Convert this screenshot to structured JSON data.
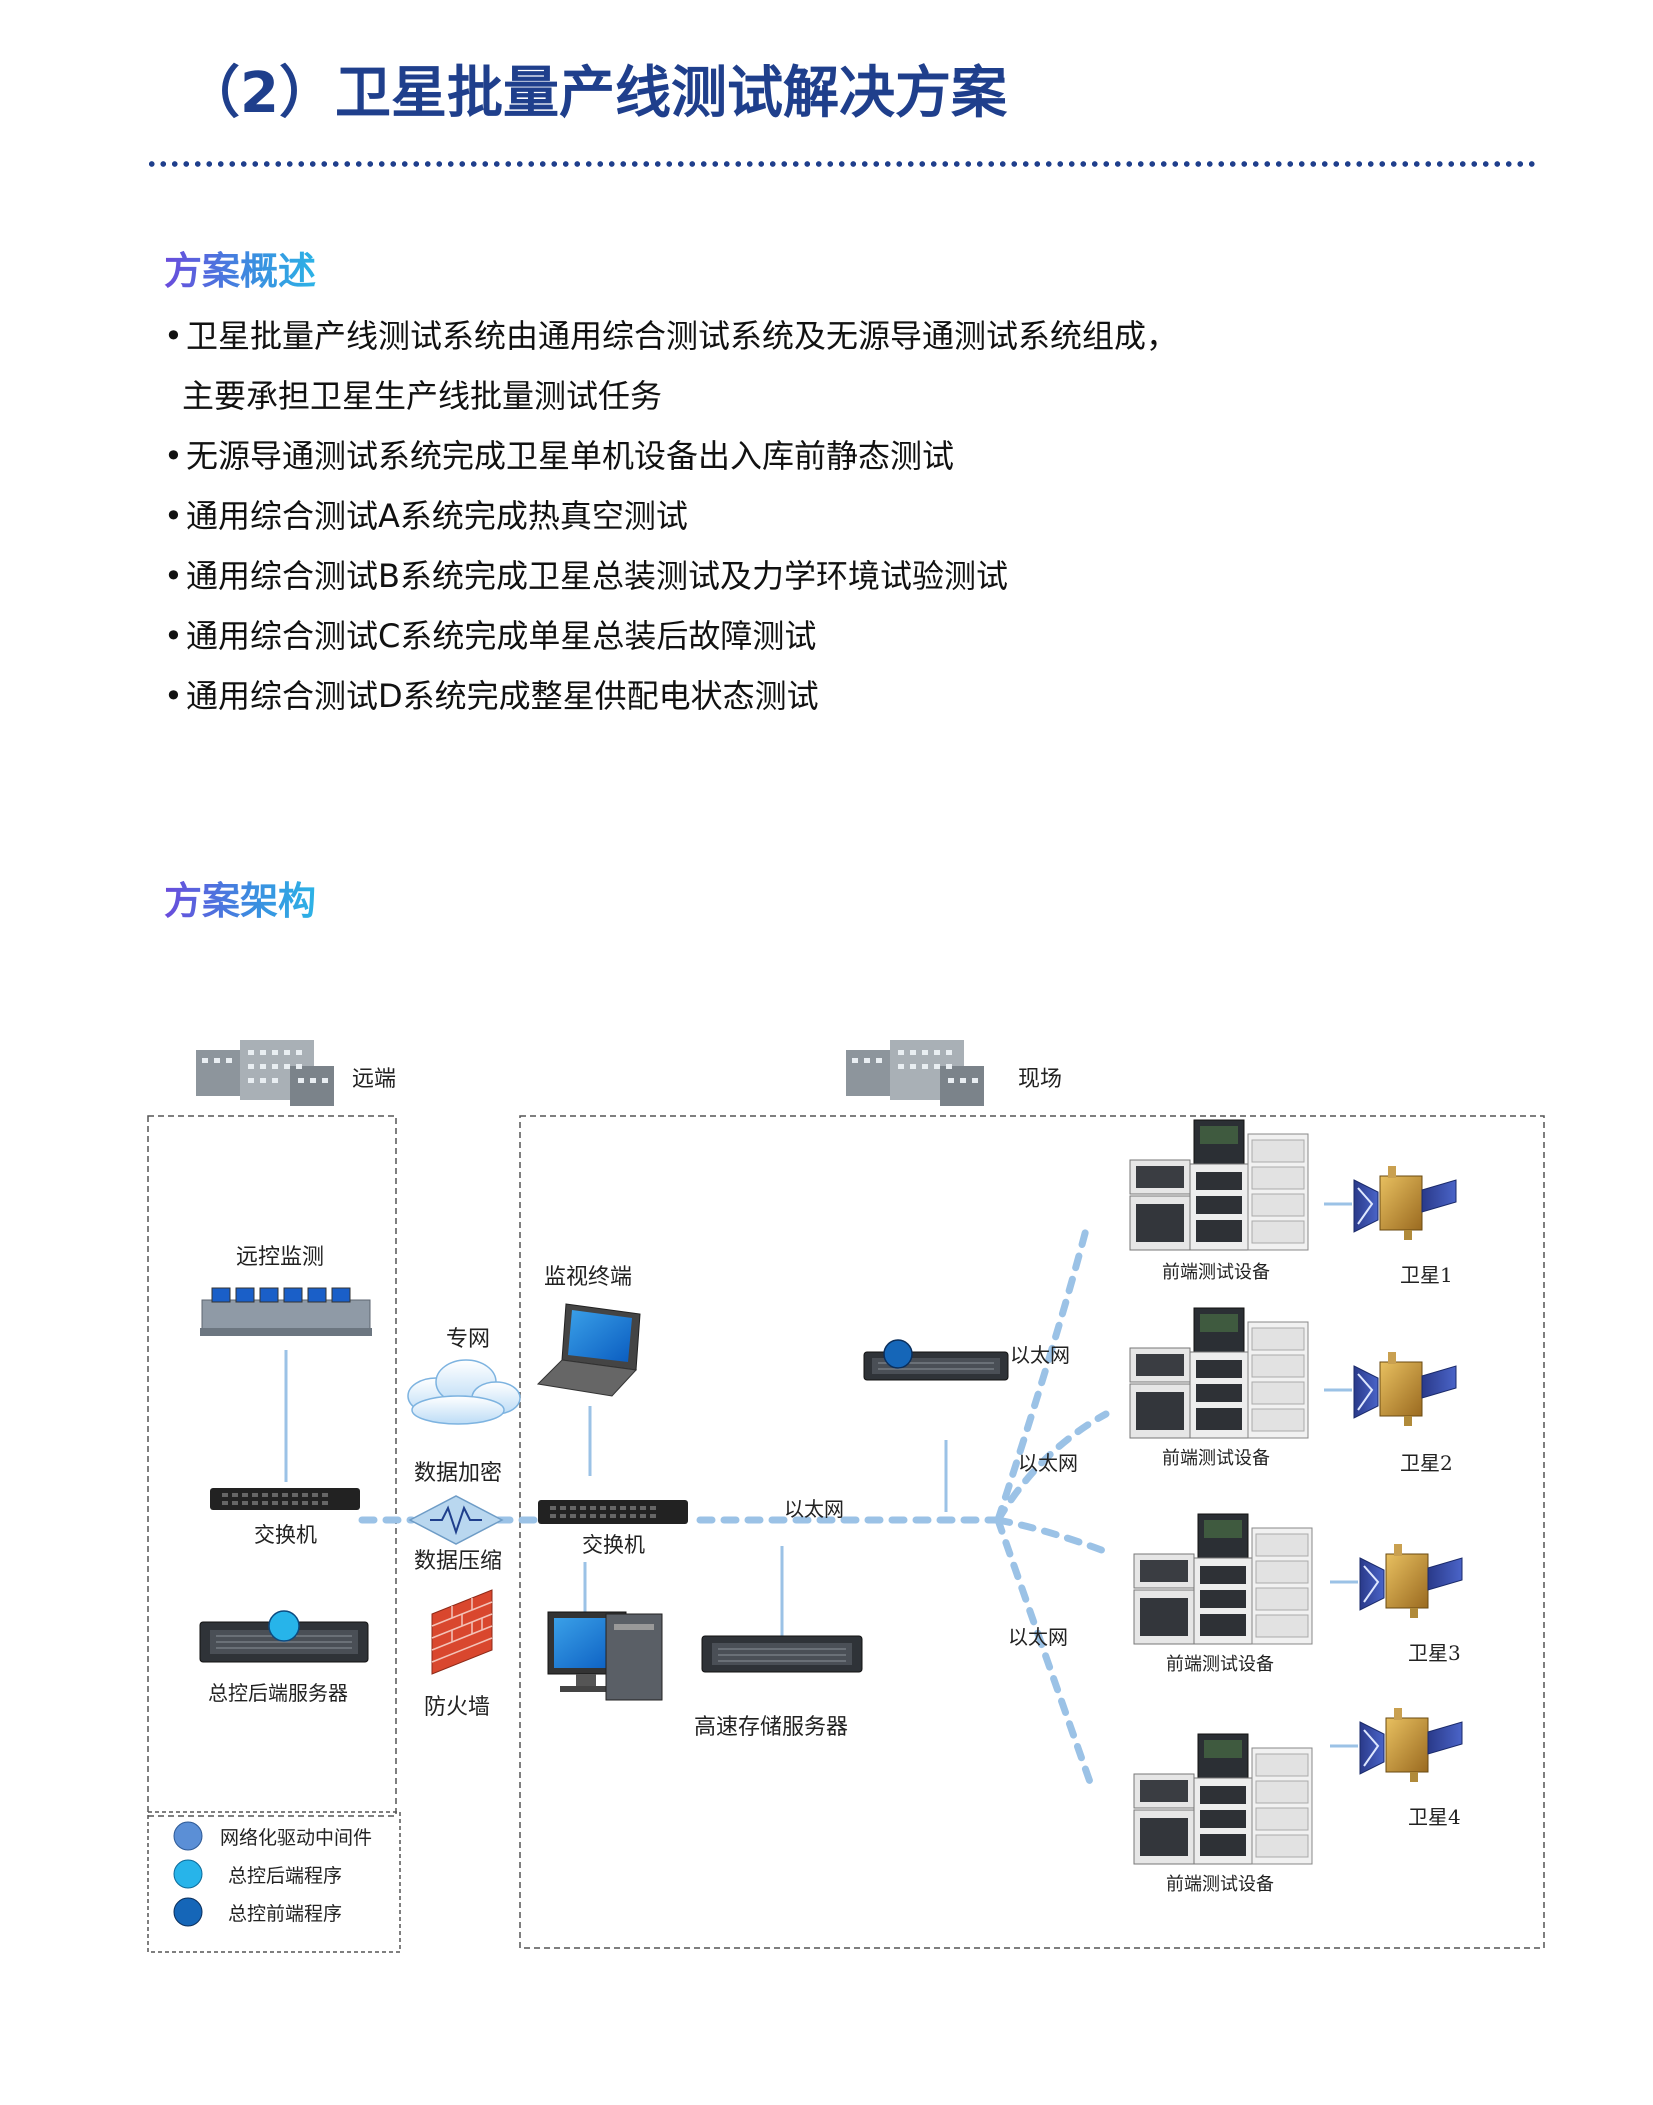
{
  "page": {
    "title": "（2）卫星批量产线测试解决方案"
  },
  "overview": {
    "heading": "方案概述",
    "bullets": [
      "卫星批量产线测试系统由通用综合测试系统及无源导通测试系统组成，",
      "主要承担卫星生产线批量测试任务",
      "无源导通测试系统完成卫星单机设备出入库前静态测试",
      "通用综合测试A系统完成热真空测试",
      "通用综合测试B系统完成卫星总装测试及力学环境试验测试",
      "通用综合测试C系统完成单星总装后故障测试",
      "通用综合测试D系统完成整星供配电状态测试"
    ],
    "bullet_char": "•"
  },
  "architecture": {
    "heading": "方案架构",
    "remote_label": "远端",
    "site_label": "现场",
    "remote_monitor": "远控监测",
    "remote_switch": "交换机",
    "master_server": "总控后端服务器",
    "private_net": "专网",
    "encrypt": "数据加密",
    "compress": "数据压缩",
    "firewall": "防火墙",
    "monitor_terminal": "监视终端",
    "site_switch": "交换机",
    "storage_server": "高速存储服务器",
    "ethernet_labels": [
      "以太网",
      "以太网",
      "以太网",
      "以太网"
    ],
    "frontend_equipment": [
      "前端测试设备",
      "前端测试设备",
      "前端测试设备",
      "前端测试设备"
    ],
    "satellites": [
      "卫星1",
      "卫星2",
      "卫星3",
      "卫星4"
    ],
    "legend": [
      {
        "label": "网络化驱动中间件",
        "color": "#5b8fd6"
      },
      {
        "label": "总控后端程序",
        "color": "#27b4ea"
      },
      {
        "label": "总控前端程序",
        "color": "#1566b8"
      }
    ],
    "colors": {
      "dash_line": "#9bc2e6",
      "solid_line": "#9bc2e6",
      "box_border": "#555555"
    }
  }
}
